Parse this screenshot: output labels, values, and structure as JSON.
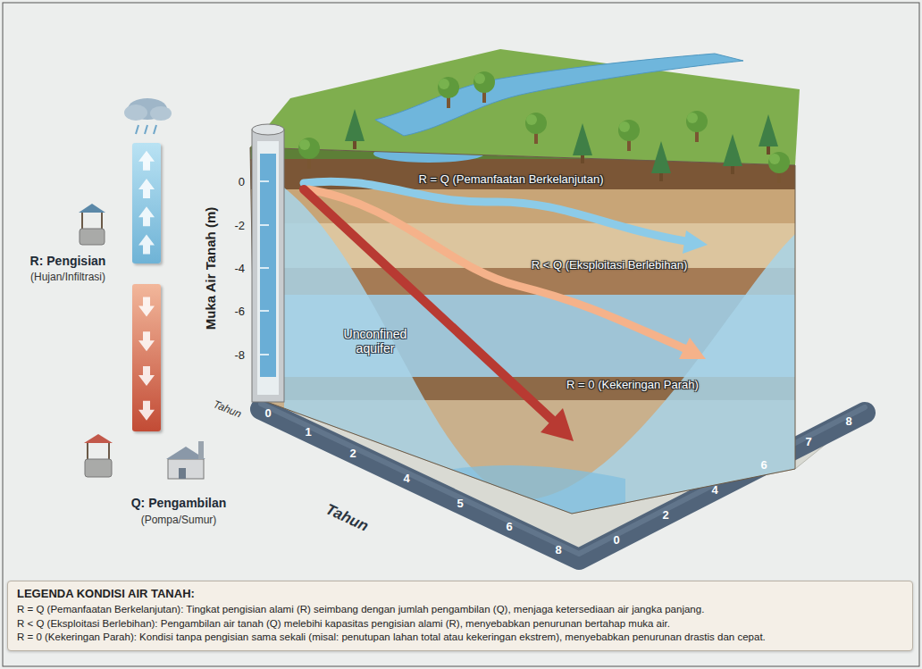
{
  "diagram": {
    "nodes": [
      {
        "text": [
          "R: Pengisian",
          "(Hujan/Infiltrasi)"
        ]
      },
      {
        "text": [
          "Q: Pengambilan",
          "(Pompa/Sumur)"
        ]
      }
    ],
    "labels": [
      "Muka Air Tanah (m)",
      "0",
      "-2",
      "-4",
      "-6",
      "-8",
      "R = Q (Pemanfaatan Berkelanjutan)",
      "R < Q (Eksploitasi Berlebihan)",
      "R = 0 (Kekeringan Parah)",
      "Unconfined aquifer",
      "Tahun",
      "Tahun",
      "0",
      "1",
      "2",
      "4",
      "5",
      "6",
      "8",
      "0",
      "2",
      "4",
      "6",
      "7",
      "8",
      "LEGENDA KONDISI AIR TANAH:"
    ],
    "legend": [
      {
        "text": "R = Q (Pemanfaatan Berkelanjutan): Tingkat pengisian alami (R) seimbang dengan jumlah pengambilan (Q), menjaga ketersediaan air jangka panjang."
      },
      {
        "text": "R < Q (Eksploitasi Berlebihan): Pengambilan air tanah (Q) melebihi kapasitas pengisian alami (R), menyebabkan penurunan bertahap muka air."
      },
      {
        "text": "R = 0 (Kekeringan Parah): Kondisi tanpa pengisian sama sekali (misal: penutupan lahan total atau kekeringan ekstrem), menyebabkan penurunan drastis dan cepat."
      }
    ]
  }
}
